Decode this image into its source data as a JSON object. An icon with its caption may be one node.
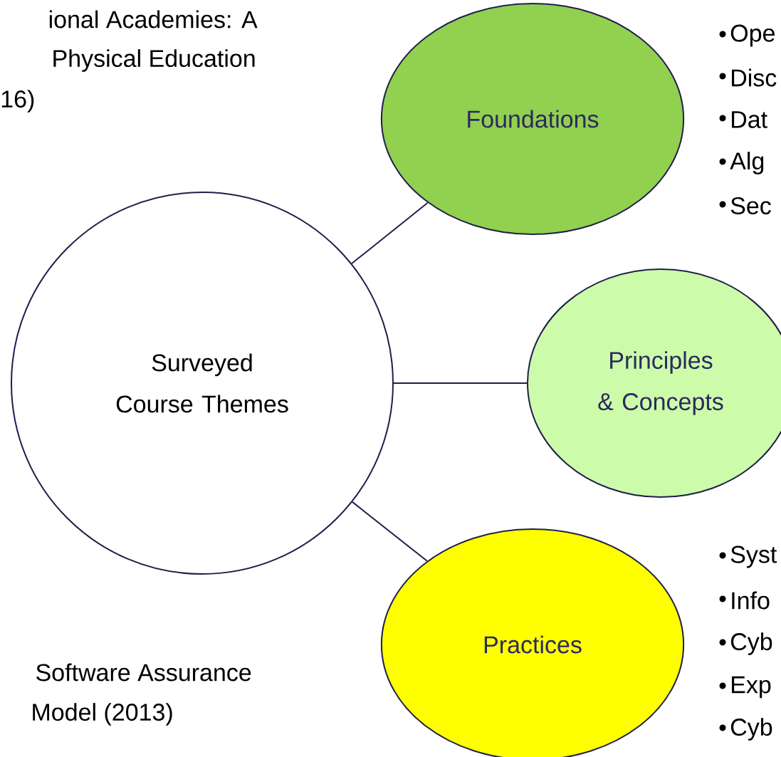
{
  "diagram": {
    "nodes": [
      {
        "text": [
          "Surveyed Course Themes"
        ]
      },
      {
        "text": [
          "Foundations"
        ]
      },
      {
        "text": [
          "Principles & Concepts"
        ]
      },
      {
        "text": [
          "Practices"
        ]
      }
    ],
    "edges": [
      {
        "from": 0,
        "to": 1,
        "arrow": "none"
      },
      {
        "from": 0,
        "to": 2,
        "arrow": "none"
      },
      {
        "from": 0,
        "to": 3,
        "arrow": "none"
      }
    ],
    "labels": [
      "ional Academies: A",
      "Physical Education",
      "16)",
      "Ope",
      "Disc",
      "Dat",
      "Alg",
      "Sec",
      "Syst",
      "Info",
      "Cyb",
      "Exp",
      "Cyb",
      "Software Assurance",
      "Model (2013)"
    ]
  }
}
